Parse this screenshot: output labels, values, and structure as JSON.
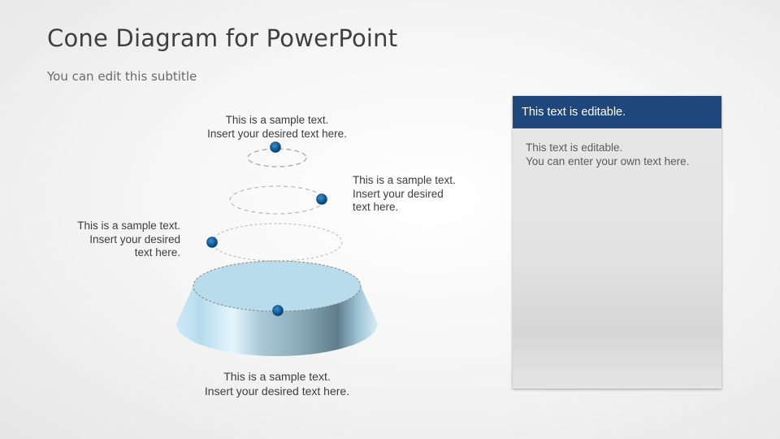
{
  "slide": {
    "title": "Cone Diagram for PowerPoint",
    "subtitle": "You can edit this subtitle"
  },
  "diagram": {
    "levels": [
      {
        "name": "level-1-top",
        "line1": "This is a sample text.",
        "line2": "Insert your desired text here.",
        "line3": ""
      },
      {
        "name": "level-2",
        "line1": "This is a sample text.",
        "line2": "Insert your desired",
        "line3": "text here."
      },
      {
        "name": "level-3",
        "line1": "This is a sample text.",
        "line2": "Insert your desired",
        "line3": "text here."
      },
      {
        "name": "level-4-base",
        "line1": "This is a sample text.",
        "line2": "Insert your desired text here.",
        "line3": ""
      }
    ],
    "colors": {
      "marker": "#1565a0",
      "cone_top": "#b9dced",
      "dashed_outline": "#9a9a9a"
    }
  },
  "panel": {
    "header": "This text is editable.",
    "body_line1": "This text is editable.",
    "body_line2": "You can enter your own text here.",
    "header_color": "#1f477b"
  }
}
